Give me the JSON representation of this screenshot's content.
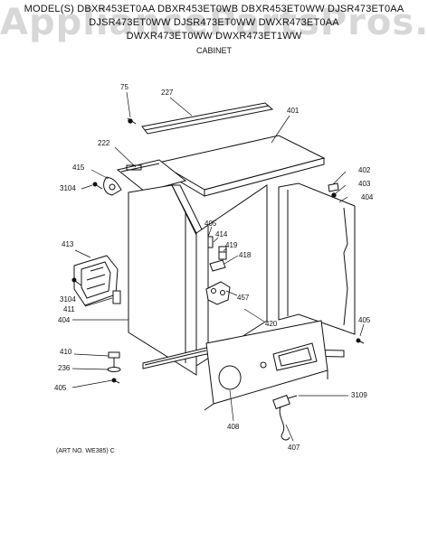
{
  "header": {
    "model_line_1": "MODEL(S) DBXR453ET0AA  DBXR453ET0WB  DBXR453ET0WW  DJSR473ET0AA",
    "model_line_2": "DJSR473ET0WW  DJSR473ET0WW  DWXR473ET0AA",
    "model_line_3": "DWXR473ET0WW  DWXR473ET1WW",
    "section_title": "CABINET"
  },
  "watermark": "AppliancePartsPros.com",
  "art_number": "(ART NO. WE385)  C",
  "parts": {
    "p75": "75",
    "p227": "227",
    "p401": "401",
    "p222": "222",
    "p415": "415",
    "p3104a": "3104",
    "p402": "402",
    "p403": "403",
    "p404a": "404",
    "p405a": "405",
    "p414": "414",
    "p419": "419",
    "p418": "418",
    "p413": "413",
    "p457": "457",
    "p3104b": "3104",
    "p411": "411",
    "p404b": "404",
    "p420": "420",
    "p405b": "405",
    "p410": "410",
    "p236": "236",
    "p405c": "405",
    "p3109": "3109",
    "p408": "408",
    "p407": "407"
  }
}
